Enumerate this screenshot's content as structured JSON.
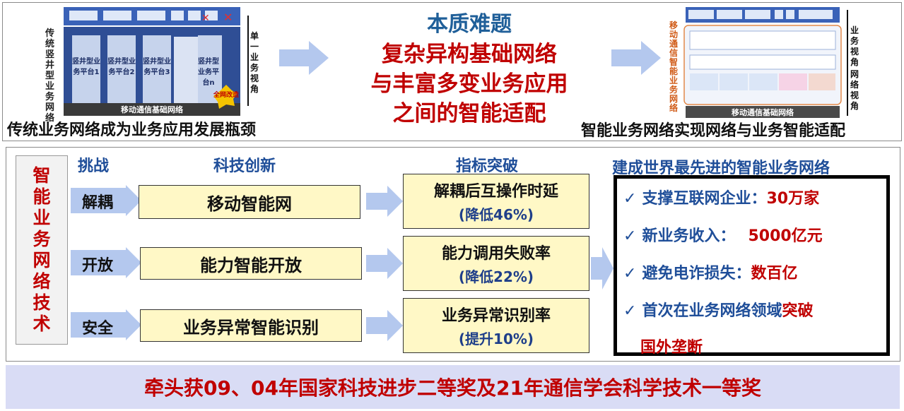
{
  "top": {
    "left_diagram": {
      "side_label": "传统竖井型业务网络",
      "right_label": "单一业务视角",
      "bottom_bar": "移动通信基础网络",
      "badge": "全网改造",
      "platforms": [
        "竖井型业务平台1",
        "竖井型业务平台2",
        "竖井型业务平台3",
        "竖井型业务平台n"
      ],
      "caption": "传统业务网络成为业务应用发展瓶颈"
    },
    "center": {
      "line1": "本质难题",
      "line2": "复杂异构基础网络",
      "line3": "与丰富多变业务应用",
      "line4": "之间的智能适配"
    },
    "right_diagram": {
      "side_label": "移动通信智能业务网络",
      "view1": "业务视角",
      "view2": "网络视角",
      "bottom_bar": "移动通信基础网络",
      "caption": "智能业务网络实现网络与业务智能适配"
    }
  },
  "middle": {
    "vertical_title": "智能业务网络技术",
    "headers": {
      "challenge": "挑战",
      "innovation": "科技创新",
      "metric": "指标突破",
      "goal": "建成世界最先进的智能业务网络"
    },
    "rows": [
      {
        "challenge": "解耦",
        "innovation": "移动智能网",
        "metric": "解耦后互操作时延",
        "change": "(降低46%)"
      },
      {
        "challenge": "开放",
        "innovation": "能力智能开放",
        "metric": "能力调用失败率",
        "change": "(降低22%)"
      },
      {
        "challenge": "安全",
        "innovation": "业务异常智能识别",
        "metric": "业务异常识别率",
        "change": "(提升10%)"
      }
    ],
    "results": [
      {
        "label": "支撑互联网企业：",
        "value": "30万家"
      },
      {
        "label": "新业务收入：",
        "value": "5000亿元"
      },
      {
        "label": "避免电诈损失：",
        "value": "数百亿"
      },
      {
        "label": "首次在业务网络领域",
        "value": "突破"
      }
    ],
    "results_tail": "国外垄断"
  },
  "banner": "牵头获09、04年国家科技进步二等奖及21年通信学会科学技术一等奖",
  "colors": {
    "blue_text": "#1f4e99",
    "red_text": "#c00000",
    "yellow_fill": "#fff8c6",
    "arrow": "#b4c8ee",
    "banner_bg": "#d9dcf5"
  }
}
